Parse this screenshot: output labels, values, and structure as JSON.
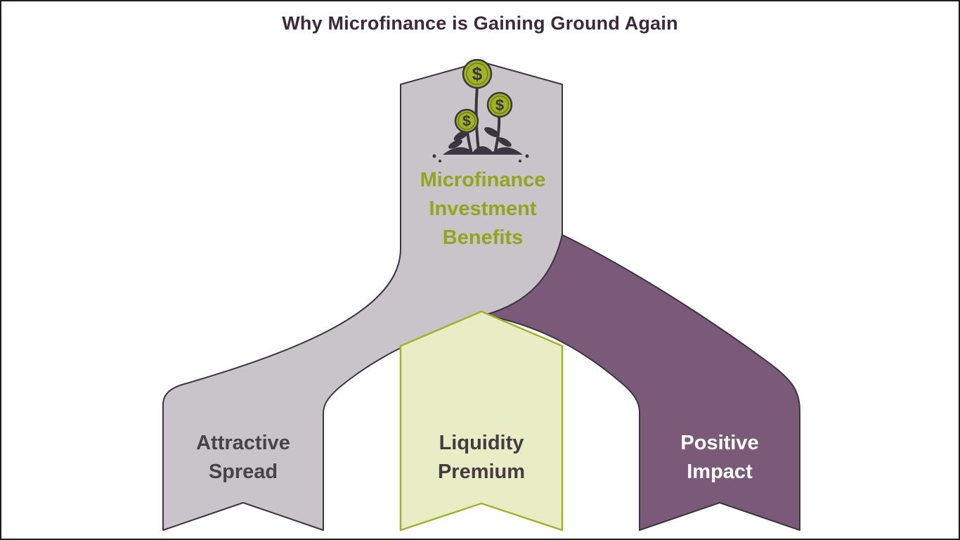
{
  "title": "Why Microfinance is Gaining Ground Again",
  "colors": {
    "title": "#3c2a3a",
    "outline": "#3b3540",
    "coin_fill": "#9fb324",
    "coin_inner_ring": "#6d7b1c"
  },
  "center": {
    "label": "Microfinance Investment Benefits",
    "text_color": "#93a41f"
  },
  "coin_icon": {
    "name": "dollar-coin-plant-icon",
    "symbol": "$"
  },
  "banners": [
    {
      "id": "attractive-spread",
      "label": "Attractive Spread",
      "fill": "#c8c4ca",
      "text_color": "#4a4249",
      "border_color": "#3b3540"
    },
    {
      "id": "liquidity-premium",
      "label": "Liquidity Premium",
      "fill": "#e9edc5",
      "text_color": "#443b43",
      "border_color": "#a2b12d"
    },
    {
      "id": "positive-impact",
      "label": "Positive Impact",
      "fill": "#7a5a78",
      "text_color": "#ffffff",
      "border_color": "#3b3540"
    }
  ]
}
